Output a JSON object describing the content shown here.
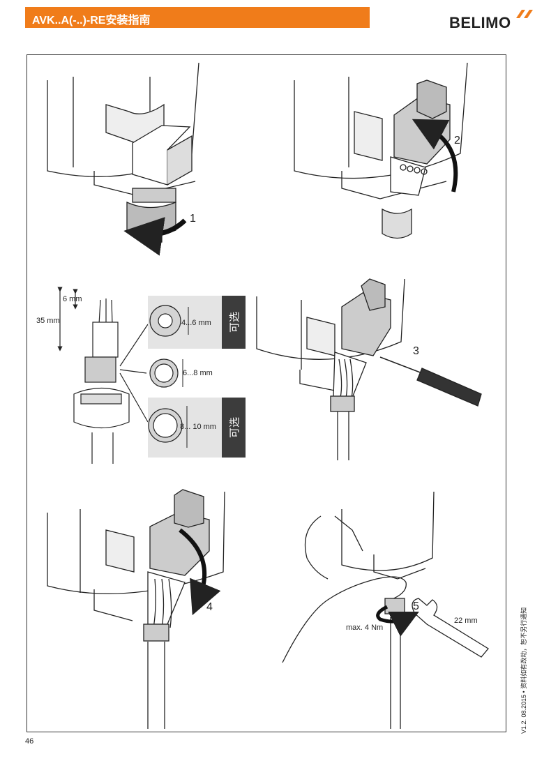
{
  "header": {
    "title": "AVK..A(-..)-RE安装指南",
    "accent": "#f07c1a"
  },
  "logo": {
    "text": "BELIMO",
    "mark_color": "#f07c1a"
  },
  "steps": {
    "step1": "1",
    "step2": "2",
    "step3": "3",
    "step4": "4",
    "step5": "5"
  },
  "cable": {
    "strip_short": "6 mm",
    "strip_long": "35 mm"
  },
  "seals": {
    "optional_label": "可选",
    "seal1": "4...6  mm",
    "seal2": "6...8  mm",
    "seal3": "8... 10 mm"
  },
  "tightening": {
    "torque": "max. 4 Nm",
    "wrench_size": "22 mm"
  },
  "footer": {
    "page_number": "46",
    "version_note": "V1.2. 08.2015 • 资料如有改动，恕不另行通知"
  }
}
